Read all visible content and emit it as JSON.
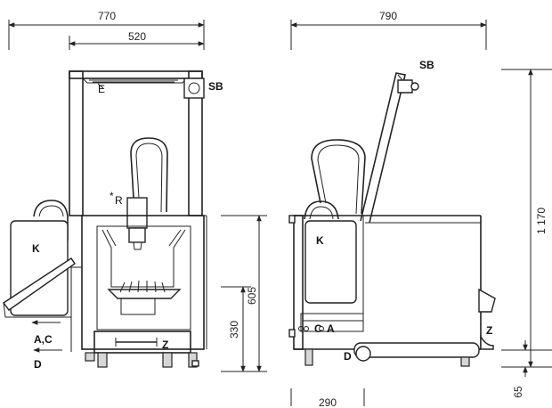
{
  "dimensions": {
    "front_overall_width": "770",
    "front_inner_width": "520",
    "side_overall_width": "790",
    "side_height": "1 170",
    "front_body_height": "605",
    "front_lower_height": "330",
    "side_bottom_width": "290",
    "side_foot_height": "65"
  },
  "labels": {
    "front_sb": "SB",
    "front_e": "E",
    "front_k": "K",
    "front_r": "R",
    "front_r_star": "*",
    "front_z": "Z",
    "front_ac": "A,C",
    "front_d": "D",
    "side_sb": "SB",
    "side_k": "K",
    "side_c": "C",
    "side_a": "A",
    "side_z": "Z",
    "side_d": "D"
  }
}
